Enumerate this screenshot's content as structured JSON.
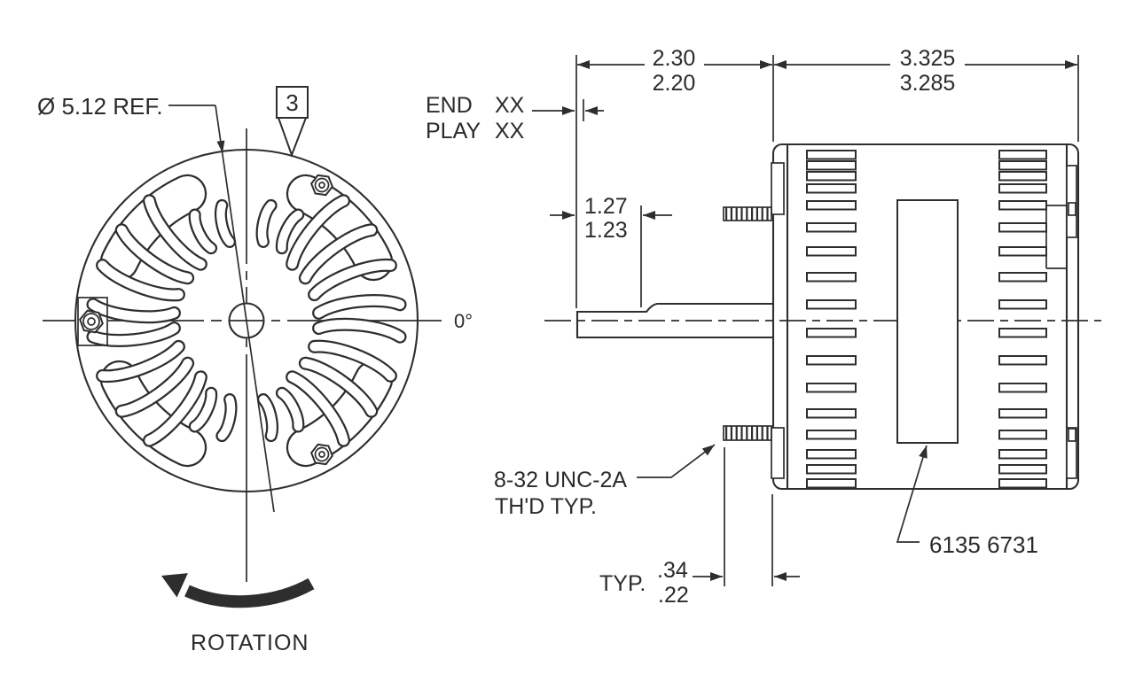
{
  "drawing": {
    "colors": {
      "line": "#2e2e2e",
      "text": "#2b2b2b",
      "background": "#ffffff"
    },
    "end_view": {
      "diameter_label": "Ø 5.12 REF.",
      "flag_note": "3",
      "angle_label": "0°",
      "rotation_label": "ROTATION"
    },
    "side_view": {
      "end_label": "END",
      "end_value": "XX",
      "play_label": "PLAY",
      "play_value": "XX",
      "dim_shaft_max": "2.30",
      "dim_shaft_min": "2.20",
      "dim_body_max": "3.325",
      "dim_body_min": "3.285",
      "dim_flat_max": "1.27",
      "dim_flat_min": "1.23",
      "dim_stud_typ": "TYP.",
      "dim_stud_max": ".34",
      "dim_stud_min": ".22",
      "thread_label_line1": "8-32 UNC-2A",
      "thread_label_line2": "TH'D TYP.",
      "part_number": "6135 6731"
    }
  }
}
